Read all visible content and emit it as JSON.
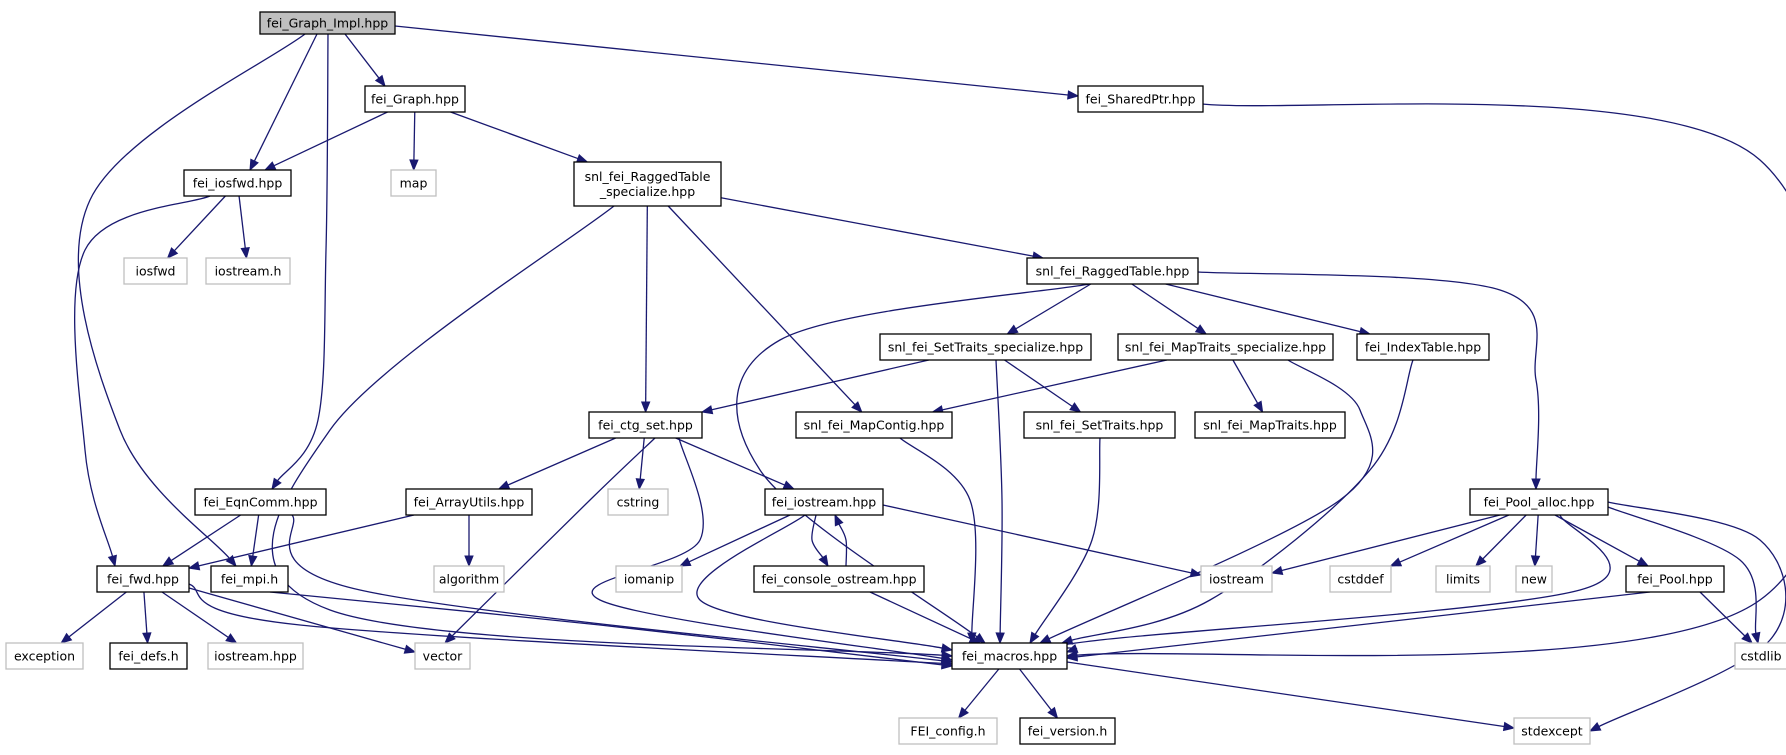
{
  "graph": {
    "colors": {
      "edge": "#191970",
      "root_fill": "#bfbfbf",
      "system_border": "#bfbfbf",
      "project_border": "#000000"
    },
    "nodes": [
      {
        "id": "fei_Graph_Impl",
        "label": [
          "fei_Graph_Impl.hpp"
        ],
        "kind": "root"
      },
      {
        "id": "fei_Graph",
        "label": [
          "fei_Graph.hpp"
        ],
        "kind": "file"
      },
      {
        "id": "fei_SharedPtr",
        "label": [
          "fei_SharedPtr.hpp"
        ],
        "kind": "file"
      },
      {
        "id": "fei_iosfwd",
        "label": [
          "fei_iosfwd.hpp"
        ],
        "kind": "file"
      },
      {
        "id": "map",
        "label": [
          "map"
        ],
        "kind": "system"
      },
      {
        "id": "snl_fei_RaggedTable_specialize",
        "label": [
          "snl_fei_RaggedTable",
          "_specialize.hpp"
        ],
        "kind": "file"
      },
      {
        "id": "iosfwd",
        "label": [
          "iosfwd"
        ],
        "kind": "system"
      },
      {
        "id": "iostream_h",
        "label": [
          "iostream.h"
        ],
        "kind": "system"
      },
      {
        "id": "snl_fei_RaggedTable",
        "label": [
          "snl_fei_RaggedTable.hpp"
        ],
        "kind": "file"
      },
      {
        "id": "snl_fei_SetTraits_specialize",
        "label": [
          "snl_fei_SetTraits_specialize.hpp"
        ],
        "kind": "file"
      },
      {
        "id": "snl_fei_MapTraits_specialize",
        "label": [
          "snl_fei_MapTraits_specialize.hpp"
        ],
        "kind": "file"
      },
      {
        "id": "fei_IndexTable",
        "label": [
          "fei_IndexTable.hpp"
        ],
        "kind": "file"
      },
      {
        "id": "fei_ctg_set",
        "label": [
          "fei_ctg_set.hpp"
        ],
        "kind": "file"
      },
      {
        "id": "snl_fei_MapContig",
        "label": [
          "snl_fei_MapContig.hpp"
        ],
        "kind": "file"
      },
      {
        "id": "snl_fei_SetTraits",
        "label": [
          "snl_fei_SetTraits.hpp"
        ],
        "kind": "file"
      },
      {
        "id": "snl_fei_MapTraits",
        "label": [
          "snl_fei_MapTraits.hpp"
        ],
        "kind": "file"
      },
      {
        "id": "fei_EqnComm",
        "label": [
          "fei_EqnComm.hpp"
        ],
        "kind": "file"
      },
      {
        "id": "fei_ArrayUtils",
        "label": [
          "fei_ArrayUtils.hpp"
        ],
        "kind": "file"
      },
      {
        "id": "cstring",
        "label": [
          "cstring"
        ],
        "kind": "system"
      },
      {
        "id": "fei_iostream",
        "label": [
          "fei_iostream.hpp"
        ],
        "kind": "file"
      },
      {
        "id": "fei_Pool_alloc",
        "label": [
          "fei_Pool_alloc.hpp"
        ],
        "kind": "file"
      },
      {
        "id": "fei_fwd",
        "label": [
          "fei_fwd.hpp"
        ],
        "kind": "file"
      },
      {
        "id": "fei_mpi",
        "label": [
          "fei_mpi.h"
        ],
        "kind": "file"
      },
      {
        "id": "algorithm",
        "label": [
          "algorithm"
        ],
        "kind": "system"
      },
      {
        "id": "iomanip",
        "label": [
          "iomanip"
        ],
        "kind": "system"
      },
      {
        "id": "fei_console_ostream",
        "label": [
          "fei_console_ostream.hpp"
        ],
        "kind": "file"
      },
      {
        "id": "iostream",
        "label": [
          "iostream"
        ],
        "kind": "system"
      },
      {
        "id": "cstddef",
        "label": [
          "cstddef"
        ],
        "kind": "system"
      },
      {
        "id": "limits",
        "label": [
          "limits"
        ],
        "kind": "system"
      },
      {
        "id": "new",
        "label": [
          "new"
        ],
        "kind": "system"
      },
      {
        "id": "fei_Pool",
        "label": [
          "fei_Pool.hpp"
        ],
        "kind": "file"
      },
      {
        "id": "exception",
        "label": [
          "exception"
        ],
        "kind": "system"
      },
      {
        "id": "fei_defs",
        "label": [
          "fei_defs.h"
        ],
        "kind": "file"
      },
      {
        "id": "iostream_hpp",
        "label": [
          "iostream.hpp"
        ],
        "kind": "system"
      },
      {
        "id": "vector",
        "label": [
          "vector"
        ],
        "kind": "system"
      },
      {
        "id": "fei_macros",
        "label": [
          "fei_macros.hpp"
        ],
        "kind": "file"
      },
      {
        "id": "cstdlib",
        "label": [
          "cstdlib"
        ],
        "kind": "system"
      },
      {
        "id": "FEI_config",
        "label": [
          "FEI_config.h"
        ],
        "kind": "system"
      },
      {
        "id": "fei_version",
        "label": [
          "fei_version.h"
        ],
        "kind": "file"
      },
      {
        "id": "stdexcept",
        "label": [
          "stdexcept"
        ],
        "kind": "system"
      }
    ],
    "edges": [
      [
        "fei_Graph_Impl",
        "fei_Graph"
      ],
      [
        "fei_Graph_Impl",
        "fei_SharedPtr"
      ],
      [
        "fei_Graph_Impl",
        "fei_iosfwd"
      ],
      [
        "fei_Graph_Impl",
        "fei_EqnComm"
      ],
      [
        "fei_Graph_Impl",
        "fei_mpi"
      ],
      [
        "fei_Graph",
        "fei_iosfwd"
      ],
      [
        "fei_Graph",
        "map"
      ],
      [
        "fei_Graph",
        "snl_fei_RaggedTable_specialize"
      ],
      [
        "fei_SharedPtr",
        "fei_macros"
      ],
      [
        "fei_iosfwd",
        "iosfwd"
      ],
      [
        "fei_iosfwd",
        "iostream_h"
      ],
      [
        "fei_iosfwd",
        "fei_fwd"
      ],
      [
        "snl_fei_RaggedTable_specialize",
        "snl_fei_RaggedTable"
      ],
      [
        "snl_fei_RaggedTable_specialize",
        "fei_ctg_set"
      ],
      [
        "snl_fei_RaggedTable_specialize",
        "snl_fei_MapContig"
      ],
      [
        "snl_fei_RaggedTable_specialize",
        "fei_macros"
      ],
      [
        "snl_fei_RaggedTable",
        "snl_fei_SetTraits_specialize"
      ],
      [
        "snl_fei_RaggedTable",
        "snl_fei_MapTraits_specialize"
      ],
      [
        "snl_fei_RaggedTable",
        "fei_IndexTable"
      ],
      [
        "snl_fei_RaggedTable",
        "fei_Pool_alloc"
      ],
      [
        "snl_fei_RaggedTable",
        "fei_macros"
      ],
      [
        "snl_fei_SetTraits_specialize",
        "fei_ctg_set"
      ],
      [
        "snl_fei_SetTraits_specialize",
        "snl_fei_SetTraits"
      ],
      [
        "snl_fei_SetTraits_specialize",
        "fei_macros"
      ],
      [
        "snl_fei_MapTraits_specialize",
        "snl_fei_MapContig"
      ],
      [
        "snl_fei_MapTraits_specialize",
        "snl_fei_MapTraits"
      ],
      [
        "snl_fei_MapTraits_specialize",
        "fei_macros"
      ],
      [
        "fei_IndexTable",
        "fei_macros"
      ],
      [
        "fei_ctg_set",
        "fei_ArrayUtils"
      ],
      [
        "fei_ctg_set",
        "cstring"
      ],
      [
        "fei_ctg_set",
        "fei_iostream"
      ],
      [
        "fei_ctg_set",
        "vector"
      ],
      [
        "fei_ctg_set",
        "fei_macros"
      ],
      [
        "snl_fei_MapContig",
        "fei_macros"
      ],
      [
        "snl_fei_SetTraits",
        "fei_macros"
      ],
      [
        "fei_EqnComm",
        "fei_fwd"
      ],
      [
        "fei_EqnComm",
        "fei_mpi"
      ],
      [
        "fei_EqnComm",
        "fei_macros"
      ],
      [
        "fei_ArrayUtils",
        "fei_fwd"
      ],
      [
        "fei_ArrayUtils",
        "algorithm"
      ],
      [
        "fei_iostream",
        "iomanip"
      ],
      [
        "fei_iostream",
        "fei_console_ostream"
      ],
      [
        "fei_iostream",
        "iostream"
      ],
      [
        "fei_iostream",
        "fei_macros"
      ],
      [
        "fei_console_ostream",
        "fei_iostream"
      ],
      [
        "fei_console_ostream",
        "fei_macros"
      ],
      [
        "fei_Pool_alloc",
        "iostream"
      ],
      [
        "fei_Pool_alloc",
        "cstddef"
      ],
      [
        "fei_Pool_alloc",
        "limits"
      ],
      [
        "fei_Pool_alloc",
        "new"
      ],
      [
        "fei_Pool_alloc",
        "fei_Pool"
      ],
      [
        "fei_Pool_alloc",
        "cstdlib"
      ],
      [
        "fei_Pool_alloc",
        "stdexcept"
      ],
      [
        "fei_Pool_alloc",
        "fei_macros"
      ],
      [
        "fei_Pool",
        "cstdlib"
      ],
      [
        "fei_Pool",
        "fei_macros"
      ],
      [
        "fei_fwd",
        "exception"
      ],
      [
        "fei_fwd",
        "fei_defs"
      ],
      [
        "fei_fwd",
        "iostream_hpp"
      ],
      [
        "fei_fwd",
        "vector"
      ],
      [
        "fei_fwd",
        "fei_macros"
      ],
      [
        "fei_mpi",
        "fei_macros"
      ],
      [
        "fei_macros",
        "FEI_config"
      ],
      [
        "fei_macros",
        "fei_version"
      ],
      [
        "fei_macros",
        "stdexcept"
      ]
    ]
  }
}
